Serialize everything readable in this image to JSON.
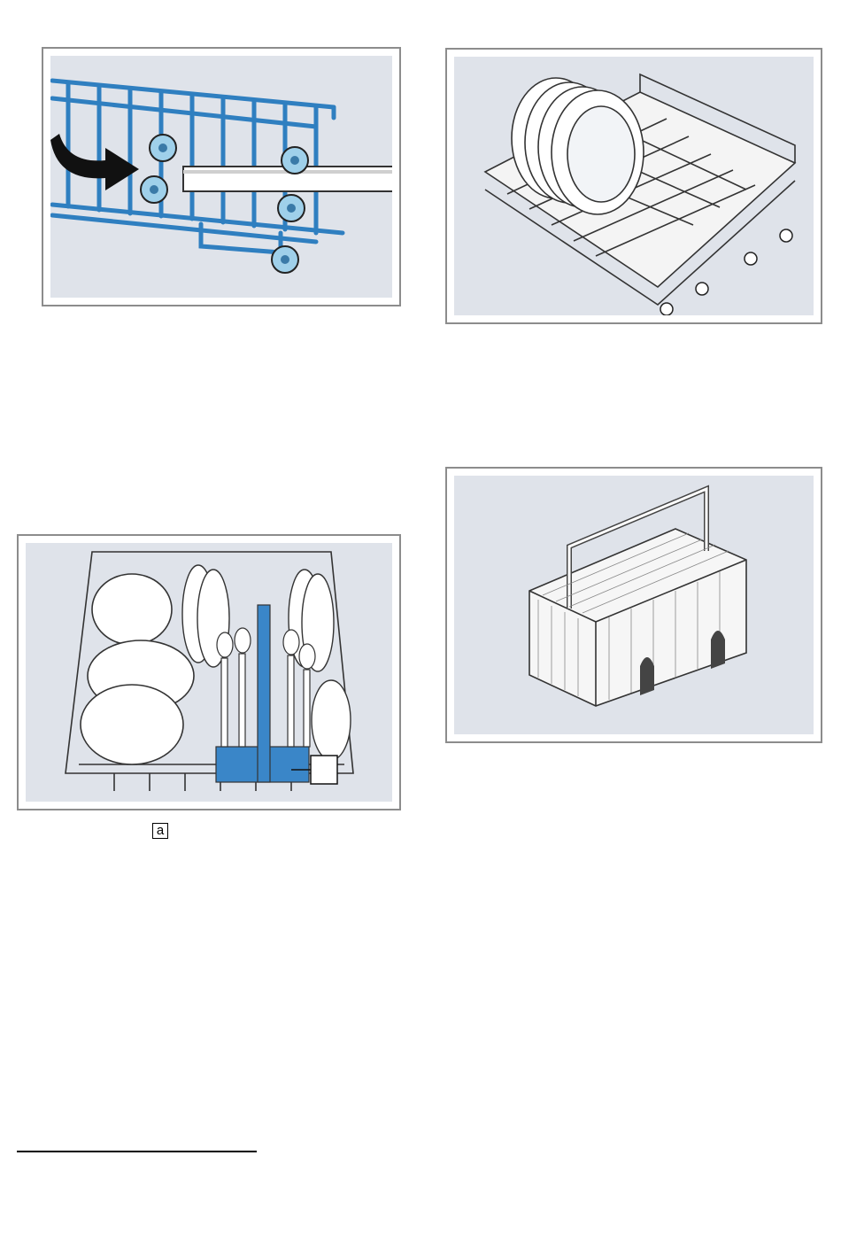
{
  "figures": {
    "rollers": {
      "icon": "basket-rollers-illustration"
    },
    "plate_rack": {
      "icon": "upper-basket-plates-illustration"
    },
    "lower_basket": {
      "icon": "loaded-lower-basket-illustration"
    },
    "cutlery_basket": {
      "icon": "cutlery-basket-illustration"
    }
  },
  "callout_label": "a",
  "colors": {
    "panel_bg": "#dfe3ea",
    "frame_border": "#8c8c8c",
    "accent_blue": "#3a86c8",
    "roller_blue": "#9fd0ea"
  }
}
